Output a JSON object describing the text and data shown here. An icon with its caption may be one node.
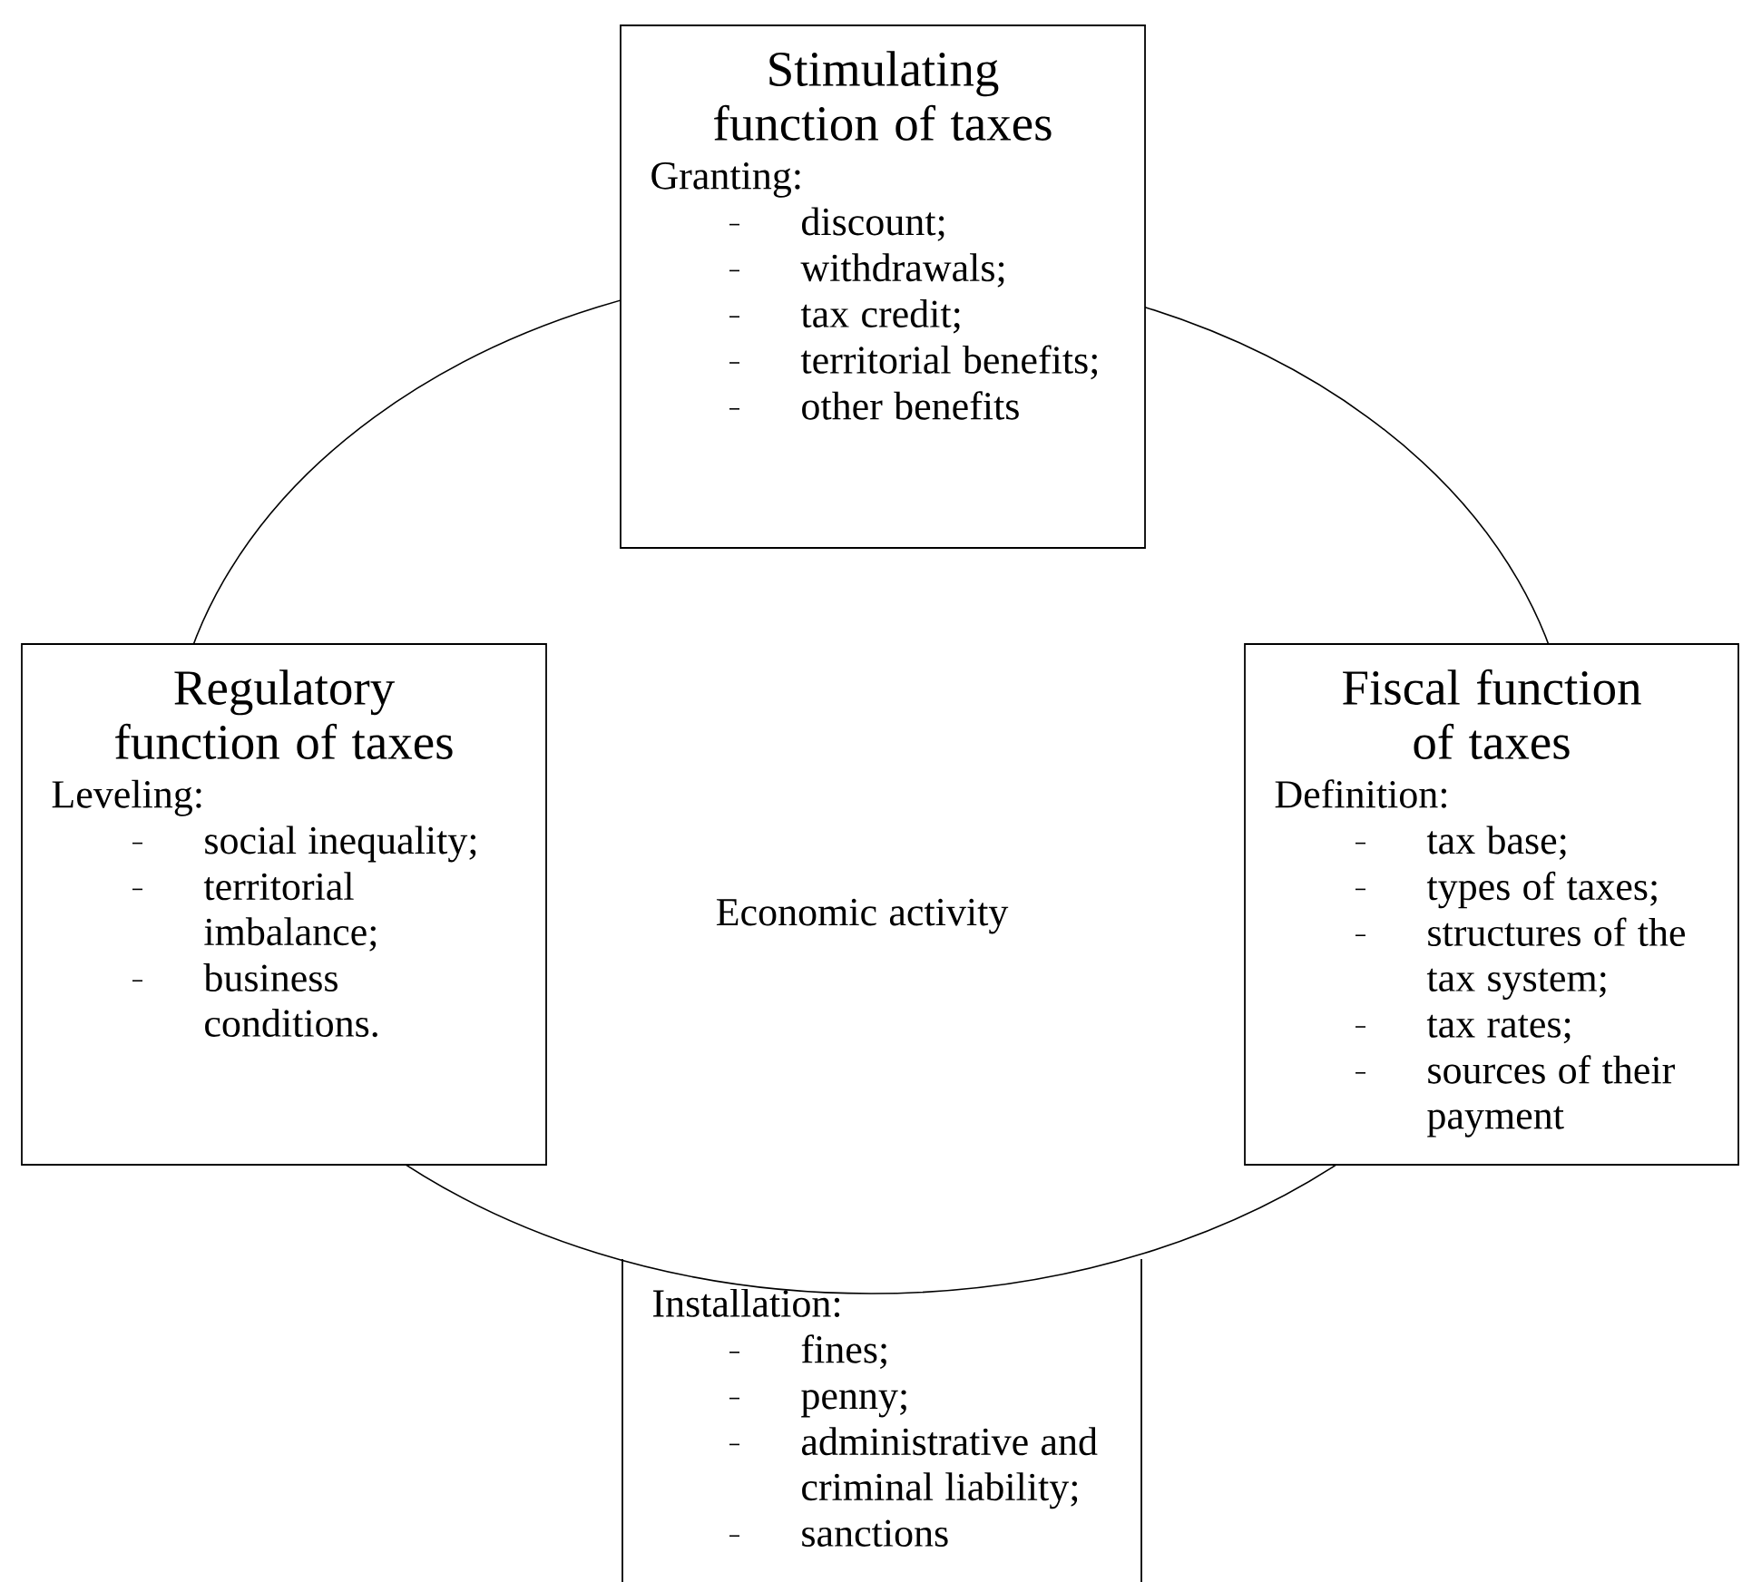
{
  "diagram": {
    "nodes": [
      {
        "text": [
          "Economic activity"
        ]
      },
      {
        "text": [
          "Stimulating function of taxes",
          "Granting:",
          "discount;",
          "withdrawals;",
          "tax credit;",
          "territorial benefits;",
          "other benefits"
        ]
      },
      {
        "text": [
          "Regulatory function of taxes",
          "Leveling:",
          "social inequality;",
          "territorial imbalance;",
          "business conditions."
        ]
      },
      {
        "text": [
          "Fiscal function of taxes",
          "Definition:",
          "tax base;",
          "types of taxes;",
          "structures of the tax system;",
          "tax rates;",
          "sources of their payment"
        ]
      },
      {
        "text": [
          "Installation:",
          "fines;",
          "penny;",
          "administrative and criminal liability;",
          "sanctions"
        ]
      }
    ]
  }
}
